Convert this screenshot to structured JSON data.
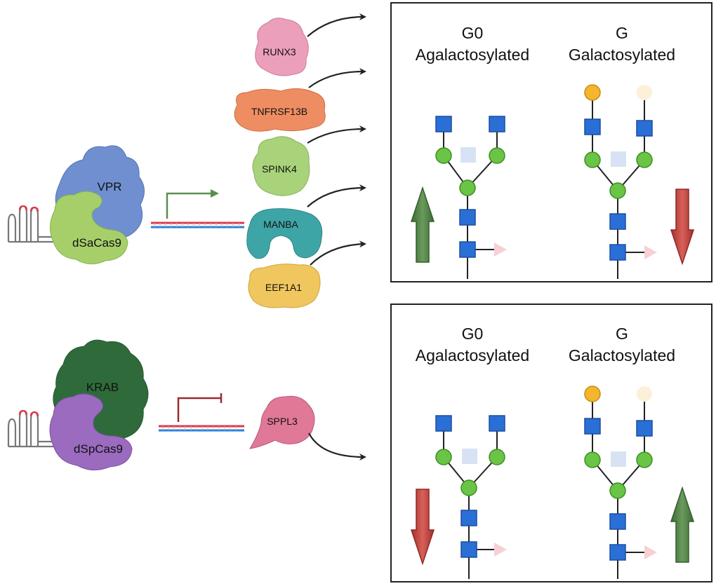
{
  "activation": {
    "complex_labels": {
      "effector": "VPR",
      "cas": "dSaCas9"
    },
    "colors": {
      "effector": "#6f8fd0",
      "cas": "#a6cf6a"
    },
    "proteins": [
      {
        "label": "RUNX3",
        "color": "#ec9fbb"
      },
      {
        "label": "TNFRSF13B",
        "color": "#ef8d62"
      },
      {
        "label": "SPINK4",
        "color": "#a8d37a"
      },
      {
        "label": "MANBA",
        "color": "#3ea5a6"
      },
      {
        "label": "EEF1A1",
        "color": "#f0c65e"
      }
    ],
    "panel": {
      "g0_title_1": "G0",
      "g0_title_2": "Agalactosylated",
      "g_title_1": "G",
      "g_title_2": "Galactosylated",
      "g0_trend": "up",
      "g_trend": "down"
    }
  },
  "repression": {
    "complex_labels": {
      "effector": "KRAB",
      "cas": "dSpCas9"
    },
    "colors": {
      "effector": "#2f6b3a",
      "cas": "#9b6bc0"
    },
    "proteins": [
      {
        "label": "SPPL3",
        "color": "#e07897"
      }
    ],
    "panel": {
      "g0_title_1": "G0",
      "g0_title_2": "Agalactosylated",
      "g_title_1": "G",
      "g_title_2": "Galactosylated",
      "g0_trend": "down",
      "g_trend": "up"
    }
  },
  "colors": {
    "glcnac": "#2a6fd6",
    "mannose": "#6ac445",
    "galactose": "#f5b52c",
    "galactose_faded": "#fcf0d8",
    "fucose": "#f7d0d4",
    "faded_square": "#d7e3f4",
    "arrow_up": "#4f7d45",
    "arrow_down": "#c0443e"
  }
}
